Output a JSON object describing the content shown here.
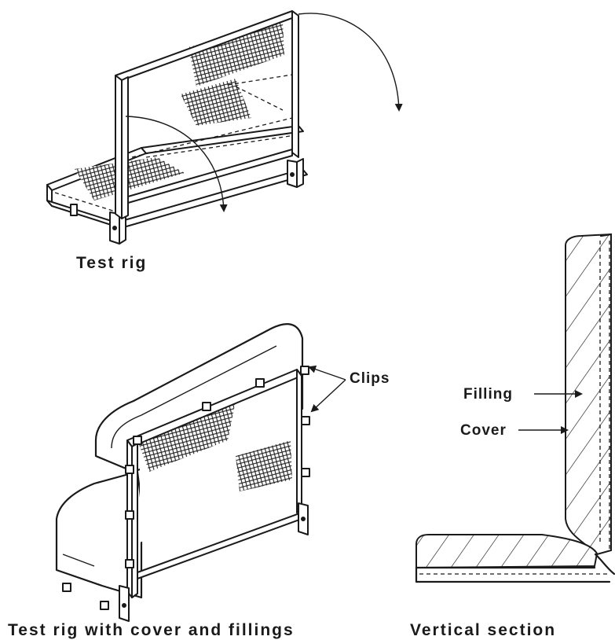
{
  "captions": {
    "test_rig": "Test rig",
    "test_rig_cover": "Test rig with cover and fillings",
    "vertical_section": "Vertical section"
  },
  "callouts": {
    "clips": "Clips",
    "filling": "Filling",
    "cover": "Cover"
  }
}
